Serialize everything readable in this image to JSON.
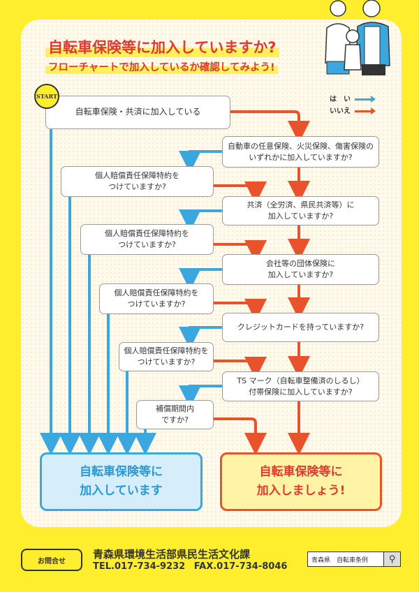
{
  "header": {
    "title": "自転車保険等に加入していますか?",
    "subtitle": "フローチャートで加入しているか確認してみよう!"
  },
  "start_label": "START",
  "legend": {
    "yes": "は　い",
    "no": "いいえ",
    "yes_color": "#3AA8DE",
    "no_color": "#E8532B"
  },
  "nodes": [
    "自転車保険・共済に加入している",
    "自動車の任意保険、火災保険、傷害保険の\nいずれかに加入していますか?",
    "個人賠償責任保障特約を\nつけていますか?",
    "共済（全労済、県民共済等）に\n加入していますか?",
    "個人賠償責任保障特約を\nつけていますか?",
    "会社等の団体保険に\n加入していますか?",
    "個人賠償責任保障特約を\nつけていますか?",
    "クレジットカードを持っていますか?",
    "個人賠償責任保障特約を\nつけていますか?",
    "TS マーク（自転車整備済のしるし）\n付帯保険に加入していますか?",
    "補償期間内\nですか?"
  ],
  "results": {
    "yes": "自転車保険等に\n加入しています",
    "no": "自転車保険等に\n加入しましょう!"
  },
  "footer": {
    "contact_button": "お問合せ",
    "department": "青森県環境生活部県民生活文化課",
    "tel": "TEL.017-734-9232",
    "fax": "FAX.017-734-8046",
    "search_text": "青森県　自転車条例"
  }
}
